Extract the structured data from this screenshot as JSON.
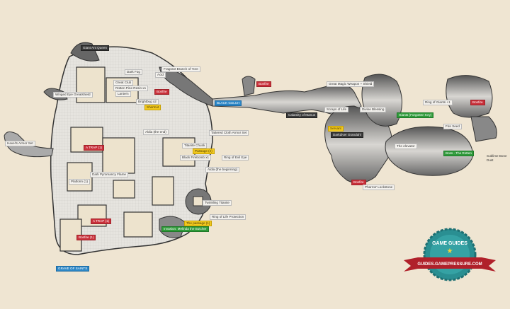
{
  "map": {
    "colors": {
      "parchment": "#efe5d2",
      "bonfire": "#c9303a",
      "shortcut": "#f1c820",
      "npc": "#2f9a3a",
      "area": "#2c86c6"
    },
    "labels": [
      {
        "text": "Giant Ant Queen",
        "style": "dark"
      },
      {
        "text": "Fragrant Branch of Yore",
        "style": "white"
      },
      {
        "text": "Dark Fog",
        "style": "white"
      },
      {
        "text": "Acid",
        "style": "white"
      },
      {
        "text": "Great Club",
        "style": "white"
      },
      {
        "text": "Rotten Pine Resin x1",
        "style": "white"
      },
      {
        "text": "Bonfire",
        "style": "red"
      },
      {
        "text": "Lantern",
        "style": "white"
      },
      {
        "text": "Brightbug x2",
        "style": "white"
      },
      {
        "text": "Shortcut",
        "style": "yellow"
      },
      {
        "text": "Winged Eye Greatshield",
        "style": "white"
      },
      {
        "text": "Aldia (the end)",
        "style": "white"
      },
      {
        "text": "Havel's Armor Set",
        "style": "white"
      },
      {
        "text": "A TRAP (1)",
        "style": "red"
      },
      {
        "text": "Dark Pyromancy Flame",
        "style": "white"
      },
      {
        "text": "Platform (1)",
        "style": "white"
      },
      {
        "text": "A TRAP (1)",
        "style": "red"
      },
      {
        "text": "Bonfire (1)",
        "style": "red"
      },
      {
        "text": "GRAVE OF SAINTS",
        "style": "blue"
      },
      {
        "text": "Tattered Cloth Armor Set",
        "style": "white"
      },
      {
        "text": "Titanite Chunk",
        "style": "white"
      },
      {
        "text": "Passage (2)",
        "style": "yellow"
      },
      {
        "text": "Black Firebomb x1",
        "style": "white"
      },
      {
        "text": "Ring of Evil Eye",
        "style": "white"
      },
      {
        "text": "Aldia (the beginning)",
        "style": "white"
      },
      {
        "text": "Twinkling Titanite",
        "style": "white"
      },
      {
        "text": "Ring of Life Protection",
        "style": "white"
      },
      {
        "text": "The passage (1)",
        "style": "yellow"
      },
      {
        "text": "Invasion: Melinda the Butcher",
        "style": "green"
      },
      {
        "text": "BLACK GULCH",
        "style": "blue"
      },
      {
        "text": "Bonfire",
        "style": "red"
      },
      {
        "text": "Great Magic Weapon + Shield",
        "style": "white"
      },
      {
        "text": "Calamity of Manus",
        "style": "dark"
      },
      {
        "text": "Scraps of Life",
        "style": "white"
      },
      {
        "text": "Divine Blessing",
        "style": "white"
      },
      {
        "text": "Servant",
        "style": "yellow"
      },
      {
        "text": "Darkdiver Grandahl",
        "style": "dark"
      },
      {
        "text": "Ring of Giants +1",
        "style": "white"
      },
      {
        "text": "Bonfire",
        "style": "red"
      },
      {
        "text": "Giants (Forgotten Key)",
        "style": "green"
      },
      {
        "text": "Fire Seed",
        "style": "white"
      },
      {
        "text": "The elevator",
        "style": "white"
      },
      {
        "text": "Boss - The Rotten",
        "style": "green"
      },
      {
        "text": "Sublime Bone Dust",
        "style": "plain"
      },
      {
        "text": "Bonfire",
        "style": "red"
      },
      {
        "text": "Pharros' Lockstone",
        "style": "white"
      }
    ]
  },
  "badge": {
    "title": "GAME GUIDES",
    "url": "GUIDES.GAMEPRESSURE.COM"
  }
}
